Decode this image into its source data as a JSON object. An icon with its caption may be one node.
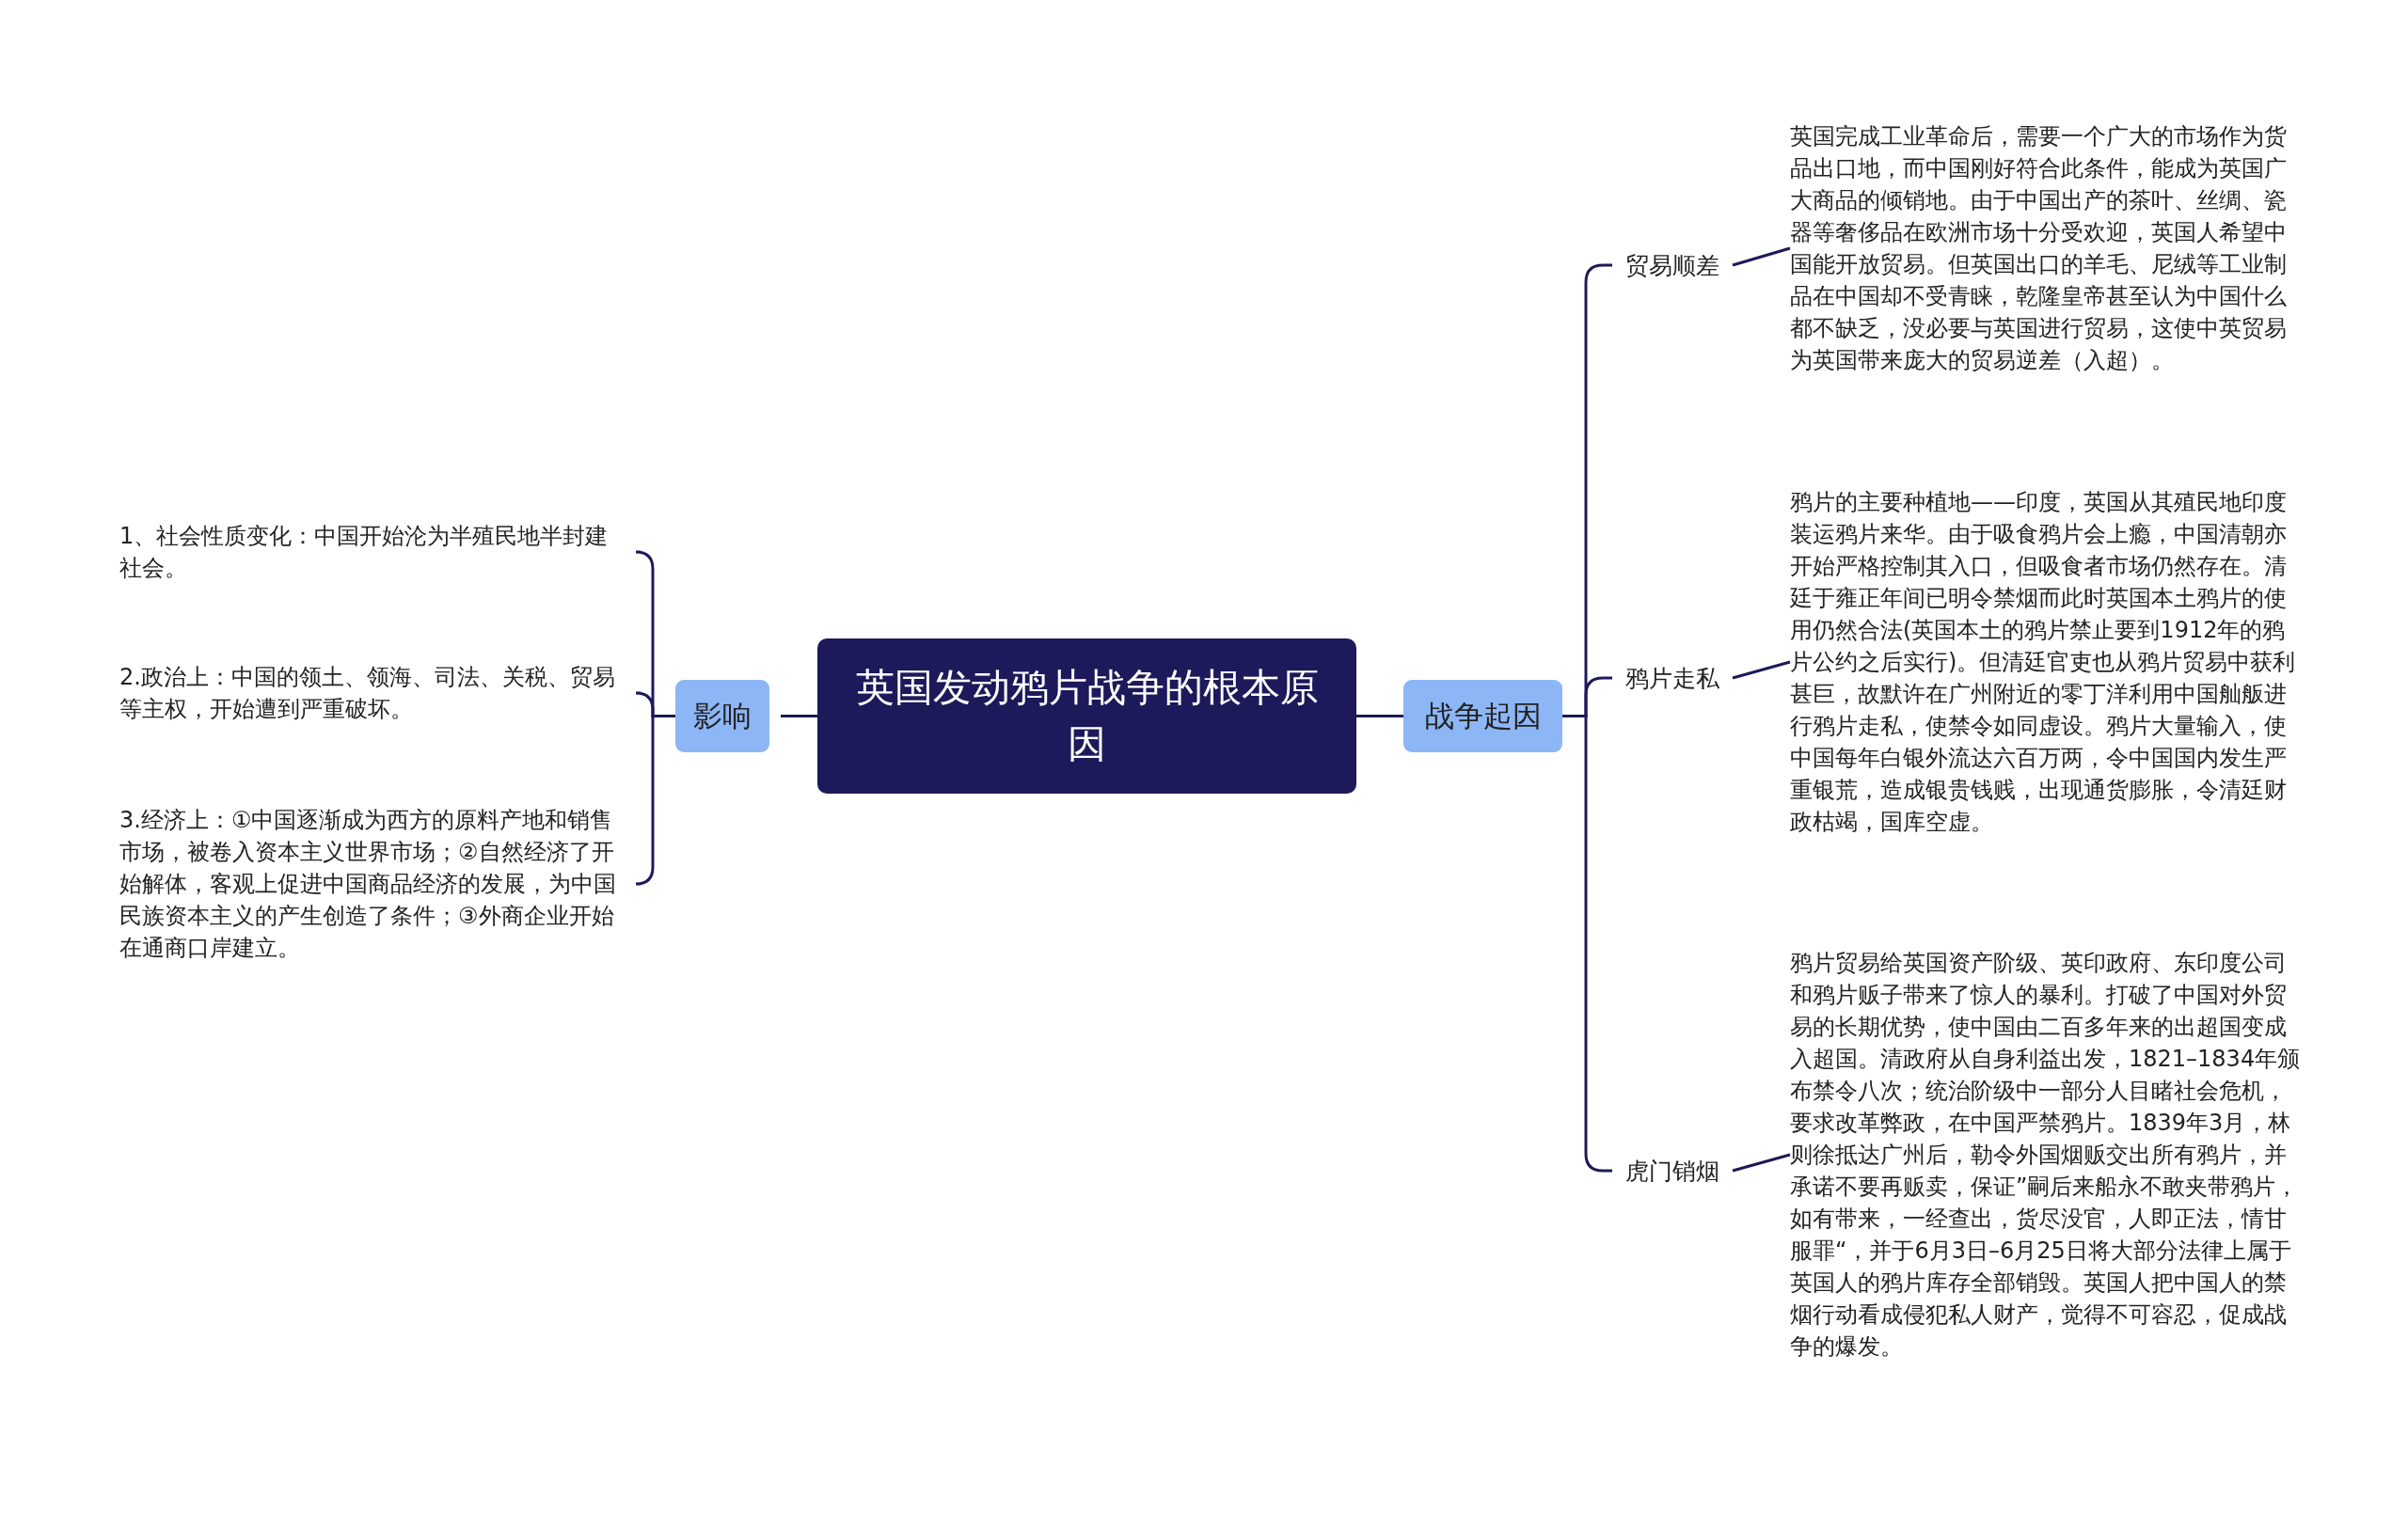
{
  "diagram": {
    "nodes": [
      {
        "text": [
          "英国发动鸦片战争的根本原因"
        ]
      },
      {
        "text": [
          "影响"
        ]
      },
      {
        "text": [
          "1、社会性质变化：中国开始沦为半殖民地半封建社会。"
        ]
      },
      {
        "text": [
          "2.政治上：中国的领土、领海、司法、关税、贸易等主权，开始遭到严重破坏。"
        ]
      },
      {
        "text": [
          "3.经济上：①中国逐渐成为西方的原料产地和销售市场，被卷入资本主义世界市场；②自然经济了开始解体，客观上促进中国商品经济的发展，为中国民族资本主义的产生创造了条件；③外商企业开始在通商口岸建立。"
        ]
      },
      {
        "text": [
          "战争起因"
        ]
      },
      {
        "text": [
          "贸易顺差"
        ]
      },
      {
        "text": [
          "英国完成工业革命后，需要一个广大的市场作为货品出口地，而中国刚好符合此条件，能成为英国广大商品的倾销地。由于中国出产的茶叶、丝绸、瓷器等奢侈品在欧洲市场十分受欢迎，英国人希望中国能开放贸易。但英国出口的羊毛、尼绒等工业制品在中国却不受青睐，乾隆皇帝甚至认为中国什么都不缺乏，没必要与英国进行贸易，这使中英贸易为英国带来庞大的贸易逆差（入超）。"
        ]
      },
      {
        "text": [
          "鸦片走私"
        ]
      },
      {
        "text": [
          "鸦片的主要种植地——印度，英国从其殖民地印度装运鸦片来华。由于吸食鸦片会上瘾，中国清朝亦开始严格控制其入口，但吸食者市场仍然存在。清廷于雍正年间已明令禁烟而此时英国本土鸦片的使用仍然合法(英国本土的鸦片禁止要到1912年的鸦片公约之后实行)。但清廷官吏也从鸦片贸易中获利甚巨，故默许在广州附近的零丁洋利用中国舢舨进行鸦片走私，使禁令如同虚设。鸦片大量输入，使中国每年白银外流达六百万两，令中国国内发生严重银荒，造成银贵钱贱，出现通货膨胀，令清廷财政枯竭，国库空虚。"
        ]
      },
      {
        "text": [
          "虎门销烟"
        ]
      },
      {
        "text": [
          "鸦片贸易给英国资产阶级、英印政府、东印度公司和鸦片贩子带来了惊人的暴利。打破了中国对外贸易的长期优势，使中国由二百多年来的出超国变成入超国。清政府从自身利益出发，1821–1834年颁布禁令八次；统治阶级中一部分人目睹社会危机，要求改革弊政，在中国严禁鸦片。1839年3月，林则徐抵达广州后，勒令外国烟贩交出所有鸦片，并承诺不要再贩卖，保证”嗣后来船永不敢夹带鸦片，如有带来，一经查出，货尽没官，人即正法，情甘服罪“，并于6月3日–6月25日将大部分法律上属于英国人的鸦片库存全部销毁。英国人把中国人的禁烟行动看成侵犯私人财产，觉得不可容忍，促成战争的爆发。"
        ]
      }
    ],
    "edges": [
      {
        "from": 0,
        "to": 1,
        "arrow": "none"
      },
      {
        "from": 1,
        "to": 2,
        "arrow": "none"
      },
      {
        "from": 1,
        "to": 3,
        "arrow": "none"
      },
      {
        "from": 1,
        "to": 4,
        "arrow": "none"
      },
      {
        "from": 0,
        "to": 5,
        "arrow": "none"
      },
      {
        "from": 5,
        "to": 6,
        "arrow": "none"
      },
      {
        "from": 5,
        "to": 8,
        "arrow": "none"
      },
      {
        "from": 5,
        "to": 10,
        "arrow": "none"
      },
      {
        "from": 6,
        "to": 7,
        "arrow": "none"
      },
      {
        "from": 8,
        "to": 9,
        "arrow": "none"
      },
      {
        "from": 10,
        "to": 11,
        "arrow": "none"
      }
    ]
  }
}
